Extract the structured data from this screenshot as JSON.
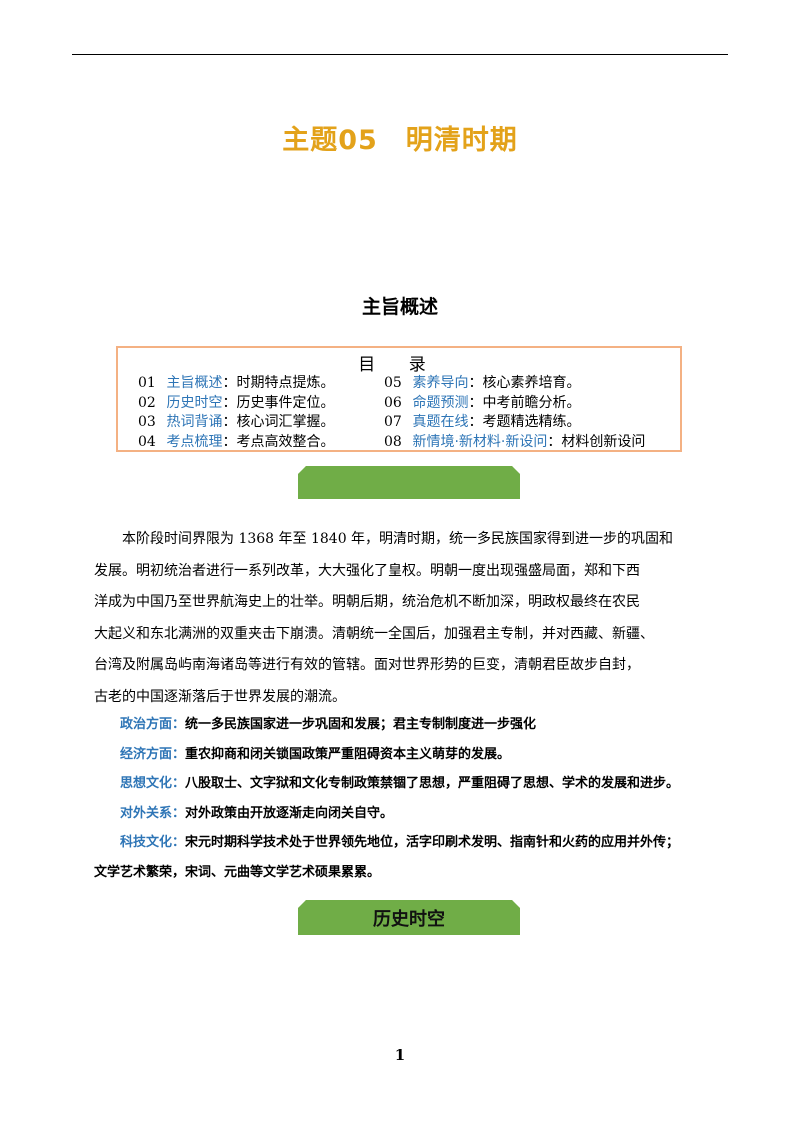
{
  "title": {
    "prefix": "主题05",
    "suffix": "明清时期",
    "color": "#e3a21a"
  },
  "section_heading": "主旨概述",
  "toc": {
    "title": "目 录",
    "left": [
      {
        "num": "01",
        "link": "主旨概述",
        "desc": "：时期特点提炼。"
      },
      {
        "num": "02",
        "link": "历史时空",
        "desc": "：历史事件定位。"
      },
      {
        "num": "03",
        "link": "热词背诵",
        "desc": "：核心词汇掌握。"
      },
      {
        "num": "04",
        "link": "考点梳理",
        "desc": "：考点高效整合。"
      }
    ],
    "right": [
      {
        "num": "05",
        "link": "素养导向",
        "desc": "：核心素养培育。"
      },
      {
        "num": "06",
        "link": "命题预测",
        "desc": "：中考前瞻分析。"
      },
      {
        "num": "07",
        "link": "真题在线",
        "desc": "：考题精选精练。"
      },
      {
        "num": "08",
        "link": "新情境·新材料·新设问",
        "desc": "：材料创新设问"
      }
    ]
  },
  "banner_1_label": "",
  "paragraph_lines": [
    "本阶段时间界限为 1368 年至 1840 年，明清时期，统一多民族国家得到进一步的巩固和",
    "发展。明初统治者进行一系列改革，大大强化了皇权。明朝一度出现强盛局面，郑和下西",
    "洋成为中国乃至世界航海史上的壮举。明朝后期，统治危机不断加深，明政权最终在农民",
    "大起义和东北满洲的双重夹击下崩溃。清朝统一全国后，加强君主专制，并对西藏、新疆、",
    "台湾及附属岛屿南海诸岛等进行有效的管辖。面对世界形势的巨变，清朝君臣故步自封，",
    "古老的中国逐渐落后于世界发展的潮流。"
  ],
  "points": [
    {
      "label": "政治方面：",
      "text": "统一多民族国家进一步巩固和发展；君主专制制度进一步强化"
    },
    {
      "label": "经济方面：",
      "text": "重农抑商和闭关锁国政策严重阻碍资本主义萌芽的发展。"
    },
    {
      "label": "思想文化：",
      "text": "八股取士、文字狱和文化专制政策禁锢了思想，严重阻碍了思想、学术的发展和进步。"
    },
    {
      "label": "对外关系：",
      "text": "对外政策由开放逐渐走向闭关自守。"
    },
    {
      "label": "科技文化：",
      "text": "宋元时期科学技术处于世界领先地位，活字印刷术发明、指南针和火药的应用并外传；"
    }
  ],
  "points_continuation": "文学艺术繁荣，宋词、元曲等文学艺术硕果累累。",
  "banner_2_label": "历史时空",
  "page_number": "1",
  "colors": {
    "link_blue": "#2e75b6",
    "banner_green": "#70ad47",
    "box_border": "#f4b183"
  }
}
